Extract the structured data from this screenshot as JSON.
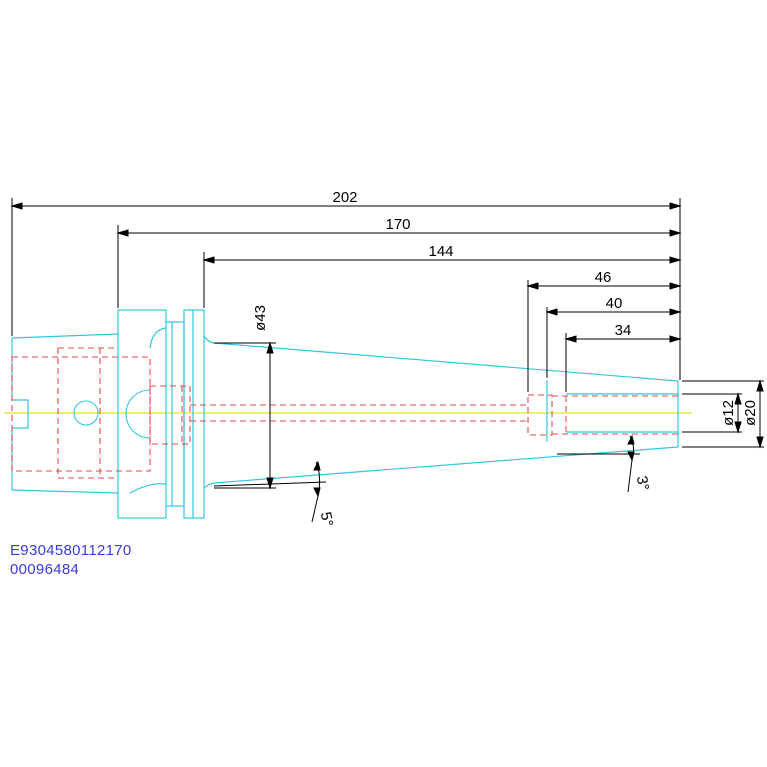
{
  "drawing": {
    "dimensions": {
      "overall_length": "202",
      "gauge_length": "170",
      "taper_length": "144",
      "nose_46": "46",
      "nose_40": "40",
      "nose_34": "34",
      "dia_flange": "ø43",
      "dia_bore": "ø12",
      "dia_nose": "ø20",
      "angle_taper": "5°",
      "angle_nose": "3°"
    },
    "codes": {
      "part_code": "E9304580112170",
      "id_code": "00096484"
    },
    "colors": {
      "outline": "#33c6dd",
      "hidden": "#e8474c",
      "centerline": "#e3e31a",
      "dimension": "#000000",
      "code_text": "#3a3ad6"
    }
  }
}
